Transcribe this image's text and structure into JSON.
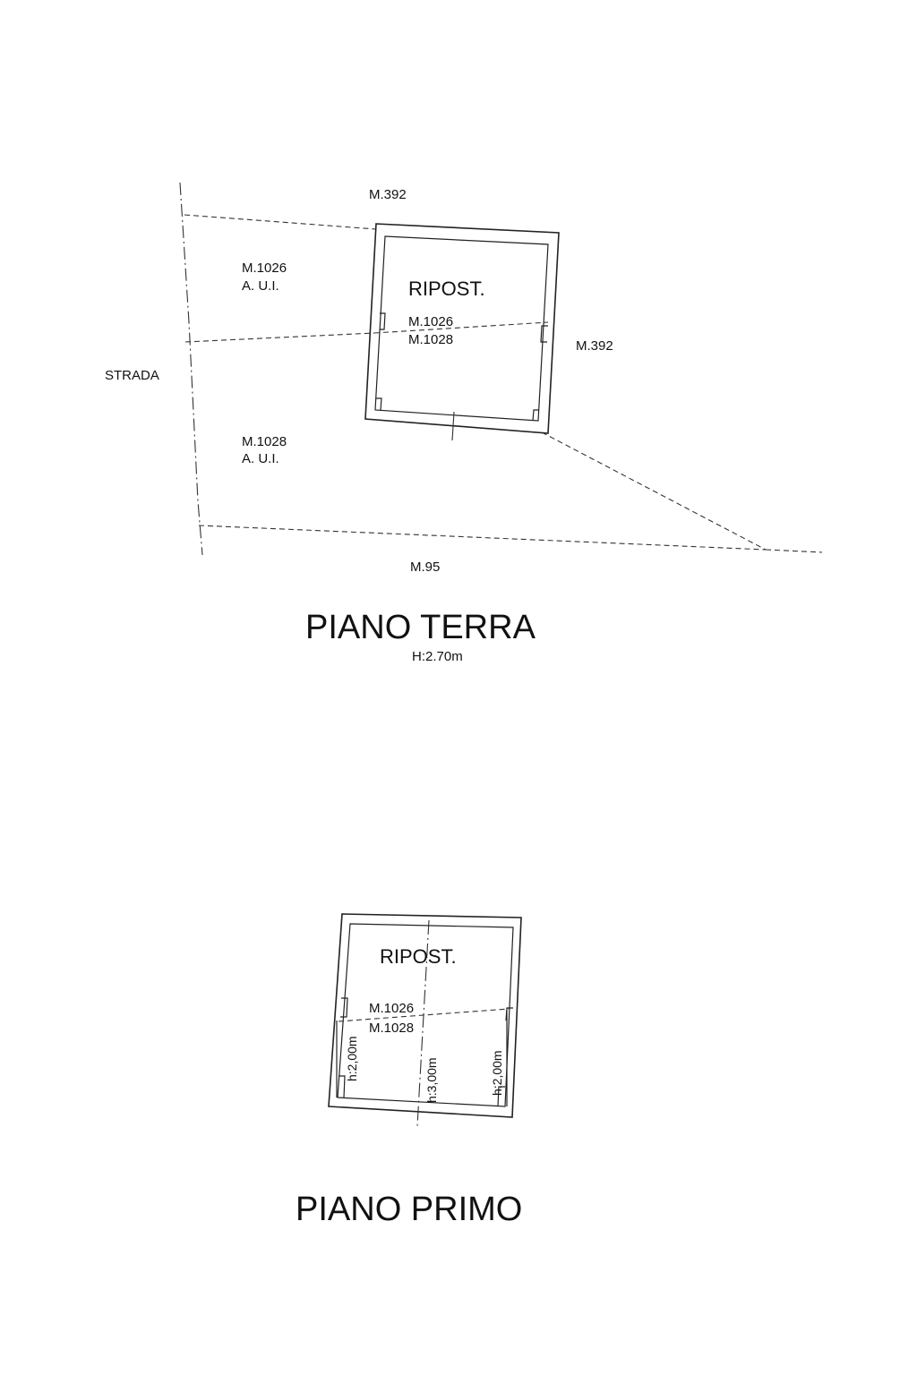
{
  "ground_floor": {
    "title": "PIANO TERRA",
    "height_note": "H:2.70m",
    "room_label": "RIPOST.",
    "boundary_upper_parcel": "M.1026",
    "boundary_lower_parcel": "M.1028",
    "neighbor_north": "M.392",
    "neighbor_east": "M.392",
    "neighbor_south": "M.95",
    "street": "STRADA",
    "parcel_upper_id": "M.1026",
    "parcel_upper_note": "A. U.I.",
    "parcel_lower_id": "M.1028",
    "parcel_lower_note": "A. U.I."
  },
  "first_floor": {
    "title": "PIANO PRIMO",
    "room_label": "RIPOST.",
    "boundary_upper_parcel": "M.1026",
    "boundary_lower_parcel": "M.1028",
    "height_left": "h:2,00m",
    "height_center": "h:3,00m",
    "height_right": "h:2,00m"
  }
}
